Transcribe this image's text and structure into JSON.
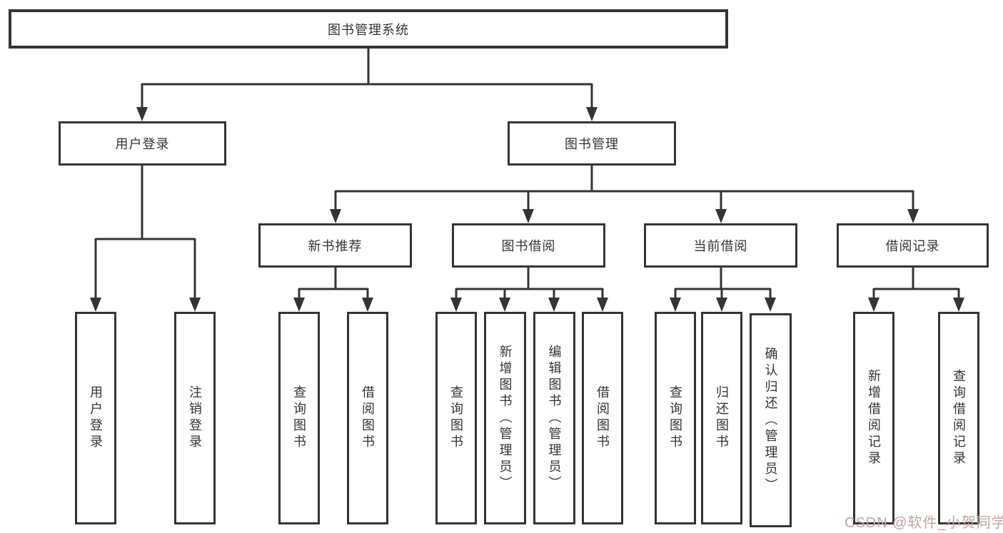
{
  "diagram": {
    "type": "hierarchy-tree",
    "orientation": "top-down",
    "colors": {
      "line": "#343434",
      "box_border": "#343434",
      "box_background": "#ffffff",
      "text": "#333333",
      "watermark": "#c2a4a4"
    },
    "tree": {
      "label": "图书管理系统",
      "children": [
        {
          "label": "用户登录",
          "children": [
            {
              "label": "用户登录"
            },
            {
              "label": "注销登录"
            }
          ]
        },
        {
          "label": "图书管理",
          "children": [
            {
              "label": "新书推荐",
              "children": [
                {
                  "label": "查询图书"
                },
                {
                  "label": "借阅图书"
                }
              ]
            },
            {
              "label": "图书借阅",
              "children": [
                {
                  "label": "查询图书"
                },
                {
                  "label": "新增图书（管理员）"
                },
                {
                  "label": "编辑图书（管理员）"
                },
                {
                  "label": "借阅图书"
                }
              ]
            },
            {
              "label": "当前借阅",
              "children": [
                {
                  "label": "查询图书"
                },
                {
                  "label": "归还图书"
                },
                {
                  "label": "确认归还（管理员）"
                }
              ]
            },
            {
              "label": "借阅记录",
              "children": [
                {
                  "label": "新增借阅记录"
                },
                {
                  "label": "查询借阅记录"
                }
              ]
            }
          ]
        }
      ]
    },
    "watermark": "CSDN @软件_小贺同学"
  }
}
